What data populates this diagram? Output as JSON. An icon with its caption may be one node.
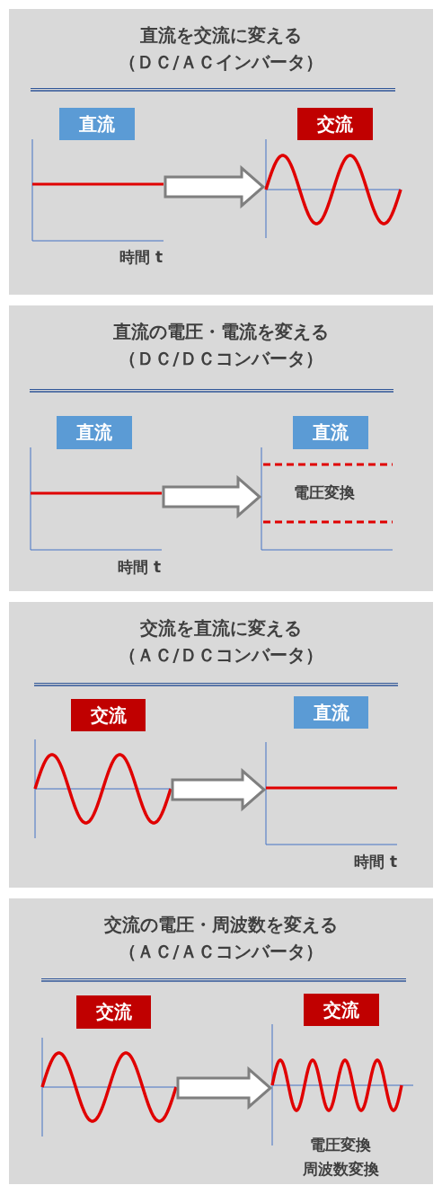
{
  "diagram": {
    "nodes": [
      {
        "text": [
          "直流を交流に変える",
          "（ＤＣ/ＡＣインバータ）"
        ]
      },
      {
        "text": [
          "直流"
        ],
        "in": 0,
        "beside": [
          "時間 t"
        ]
      },
      {
        "text": [
          "交流"
        ],
        "in": 0
      },
      {
        "text": [
          "直流の電圧・電流を変える",
          "（ＤＣ/ＤＣコンバータ）"
        ]
      },
      {
        "text": [
          "直流"
        ],
        "in": 3,
        "beside": [
          "時間 t"
        ]
      },
      {
        "text": [
          "直流",
          "電圧変換"
        ],
        "in": 3
      },
      {
        "text": [
          "交流を直流に変える",
          "（ＡＣ/ＤＣコンバータ）"
        ]
      },
      {
        "text": [
          "交流"
        ],
        "in": 6
      },
      {
        "text": [
          "直流"
        ],
        "in": 6,
        "beside": [
          "時間 t"
        ]
      },
      {
        "text": [
          "交流の電圧・周波数を変える",
          "（ＡＣ/ＡＣコンバータ）"
        ]
      },
      {
        "text": [
          "交流"
        ],
        "in": 9
      },
      {
        "text": [
          "交流",
          "電圧変換",
          "周波数変換"
        ],
        "in": 9
      }
    ],
    "edges": [
      {
        "from": 1,
        "to": 2,
        "arrow": "to"
      },
      {
        "from": 4,
        "to": 5,
        "arrow": "to"
      },
      {
        "from": 7,
        "to": 8,
        "arrow": "to"
      },
      {
        "from": 10,
        "to": 11,
        "arrow": "to"
      }
    ]
  }
}
